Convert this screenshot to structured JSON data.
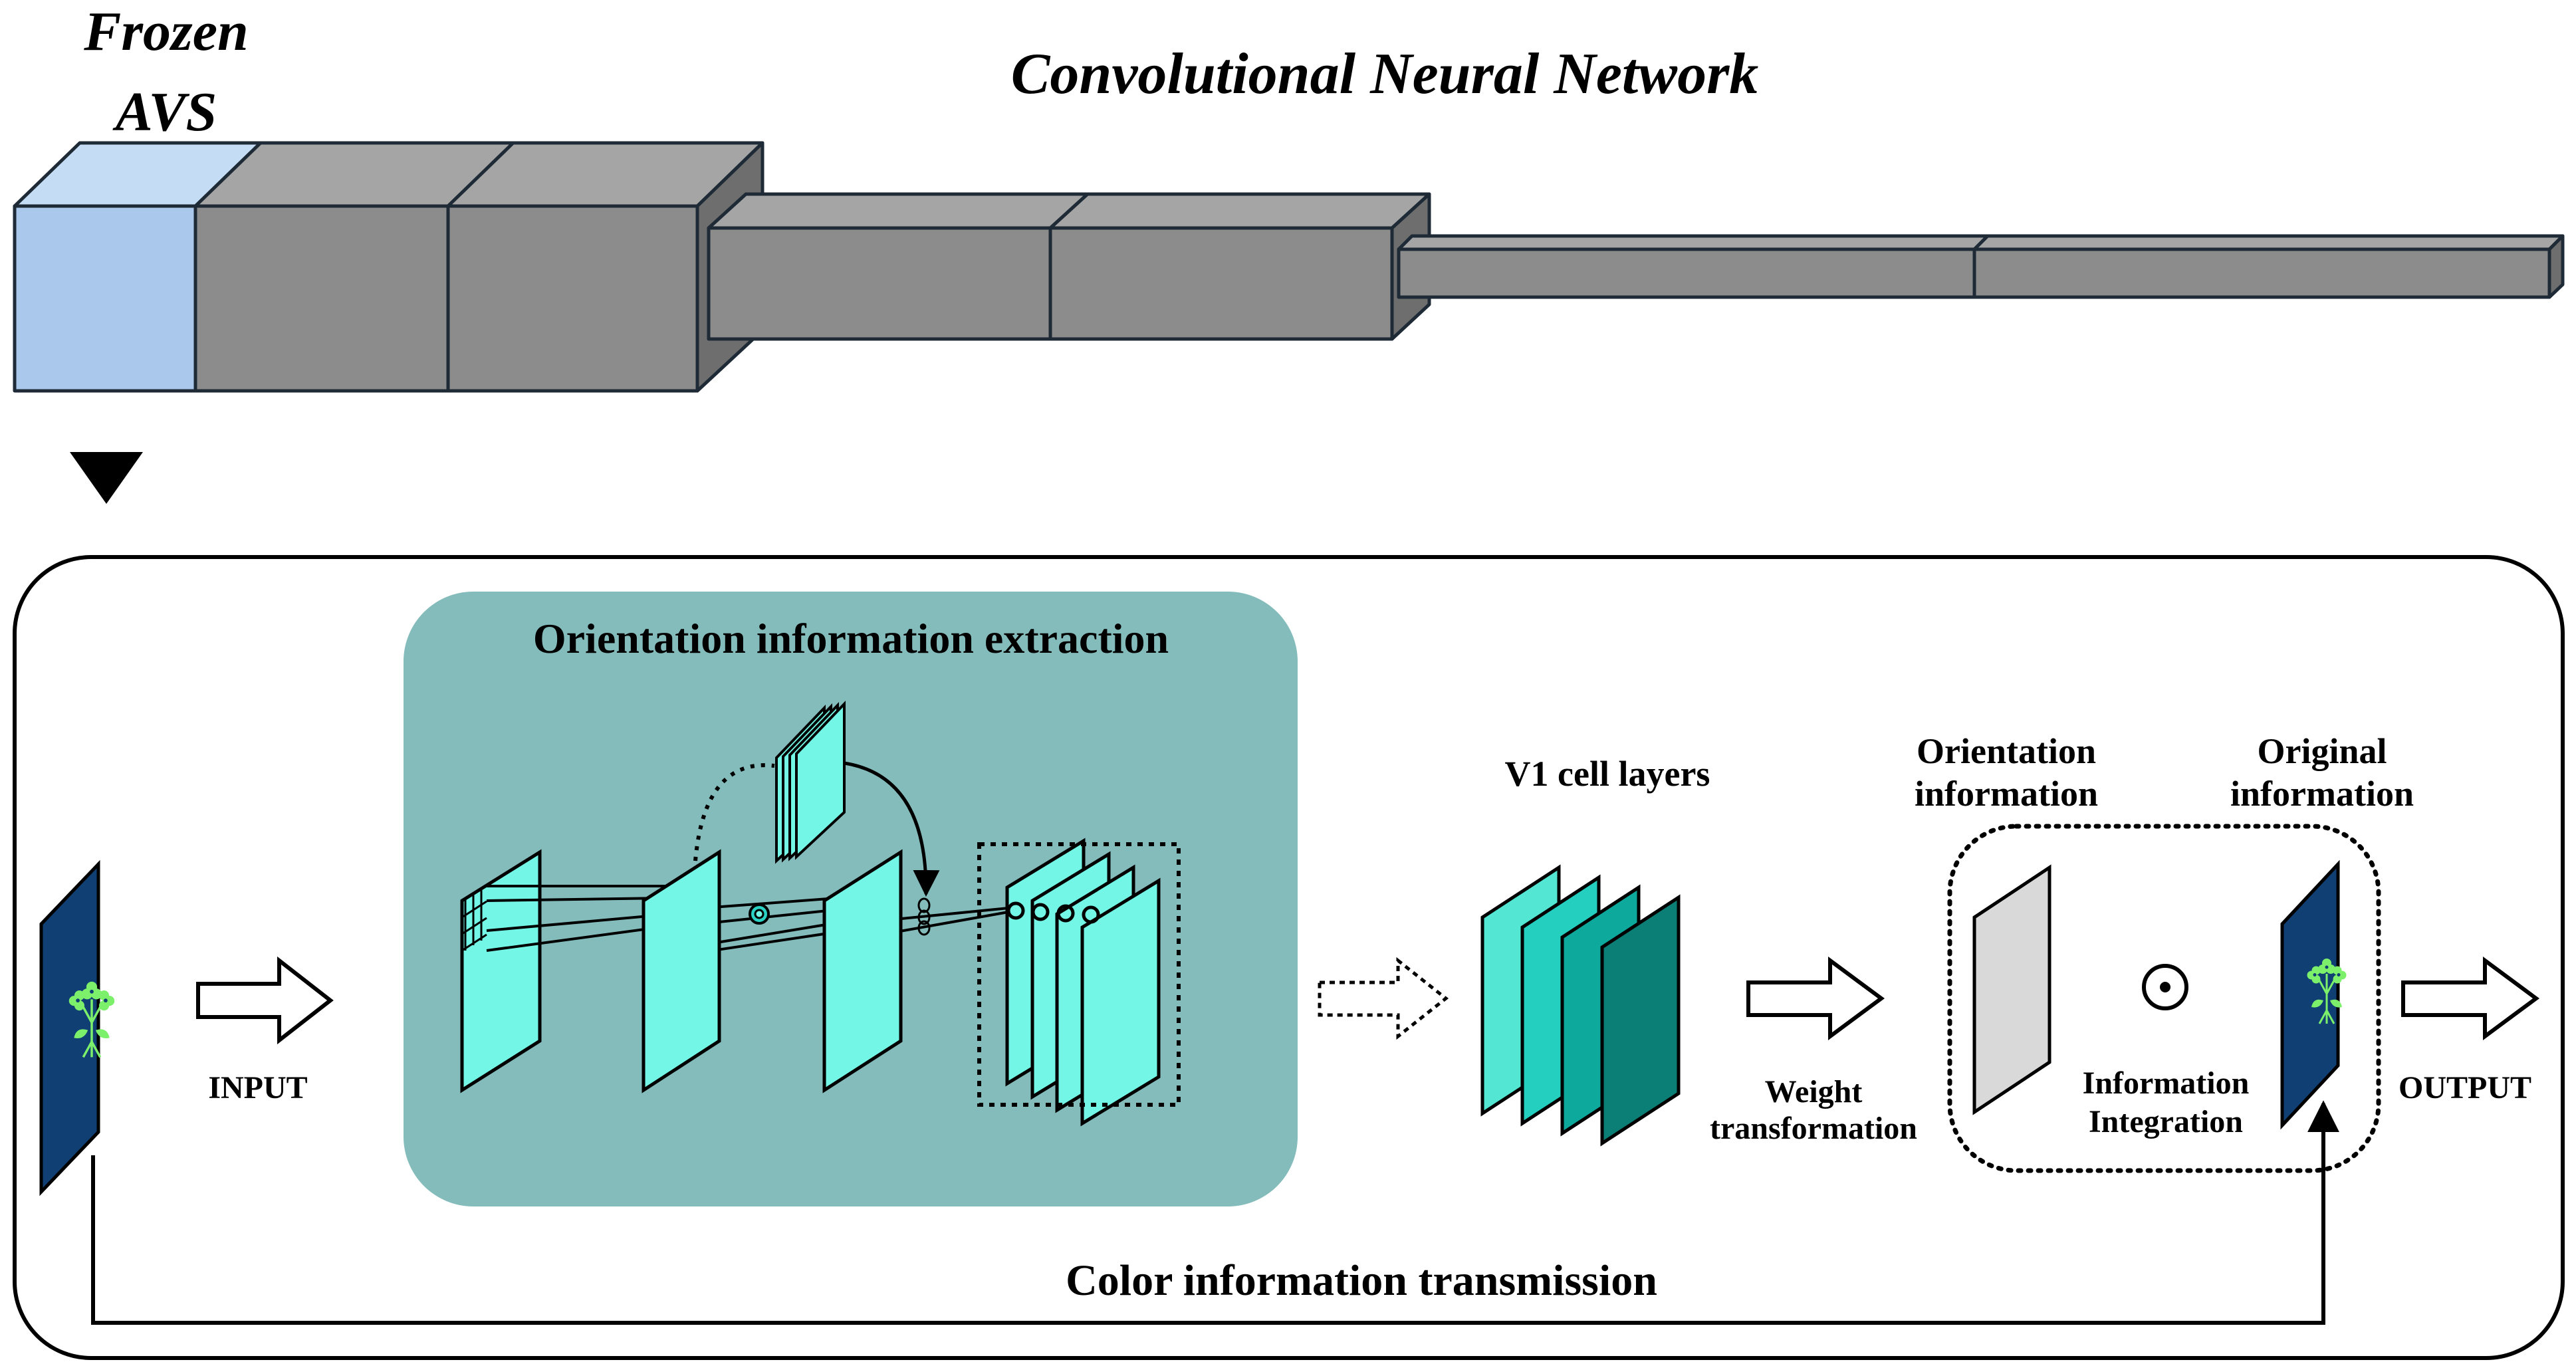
{
  "header": {
    "frozen_line1": "Frozen",
    "frozen_line2": "AVS",
    "cnn_title": "Convolutional Neural Network"
  },
  "pipeline": {
    "input_label": "INPUT",
    "extraction_title": "Orientation information extraction",
    "v1_label": "V1 cell layers",
    "weight_line1": "Weight",
    "weight_line2": "transformation",
    "orient_info_line1": "Orientation",
    "orient_info_line2": "information",
    "original_info_line1": "Original",
    "original_info_line2": "information",
    "integration_symbol": "⊙",
    "integration_line1": "Information",
    "integration_line2": "Integration",
    "output_label": "OUTPUT",
    "color_transmission": "Color information transmission"
  },
  "colors": {
    "frozen_block": "#a9c8ec",
    "cnn_block": "#8c8c8c",
    "extraction_panel": "#83bcbb",
    "layer_cyan": "#74f6e6",
    "image_navy": "#0f3f73",
    "flower_green": "#7cf06a",
    "v1_layers": [
      "#53e6d2",
      "#25cfbf",
      "#0ea99d",
      "#0b7e75"
    ]
  },
  "icons": [
    "down-triangle-icon",
    "hollow-arrow-icon",
    "dashed-arrow-icon",
    "flower-icon",
    "odot-icon"
  ]
}
